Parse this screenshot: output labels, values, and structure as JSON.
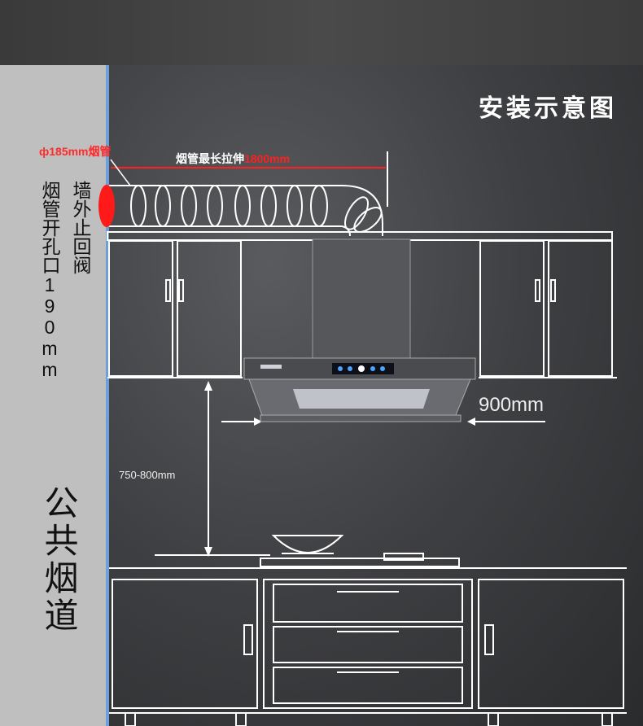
{
  "title": "安装示意图",
  "pipe_diameter_label": "ф185mm烟管",
  "pipe_stretch": {
    "prefix": "烟管最长拉伸",
    "value": "1800mm"
  },
  "hole_label": "烟管开孔口190mm",
  "valve_label": "墙外止回阀",
  "public_flue_label": "公共烟道",
  "width_label": "900mm",
  "height_label": "750-800mm",
  "colors": {
    "accent_red": "#ff2020",
    "wall_blue": "#6f9fd8",
    "wall_gray": "#bfbfbf",
    "line": "#ffffff"
  },
  "icons": [
    "range-hood",
    "flexible-duct",
    "check-valve",
    "wall-cabinet",
    "base-cabinet",
    "gas-stove",
    "wok"
  ]
}
